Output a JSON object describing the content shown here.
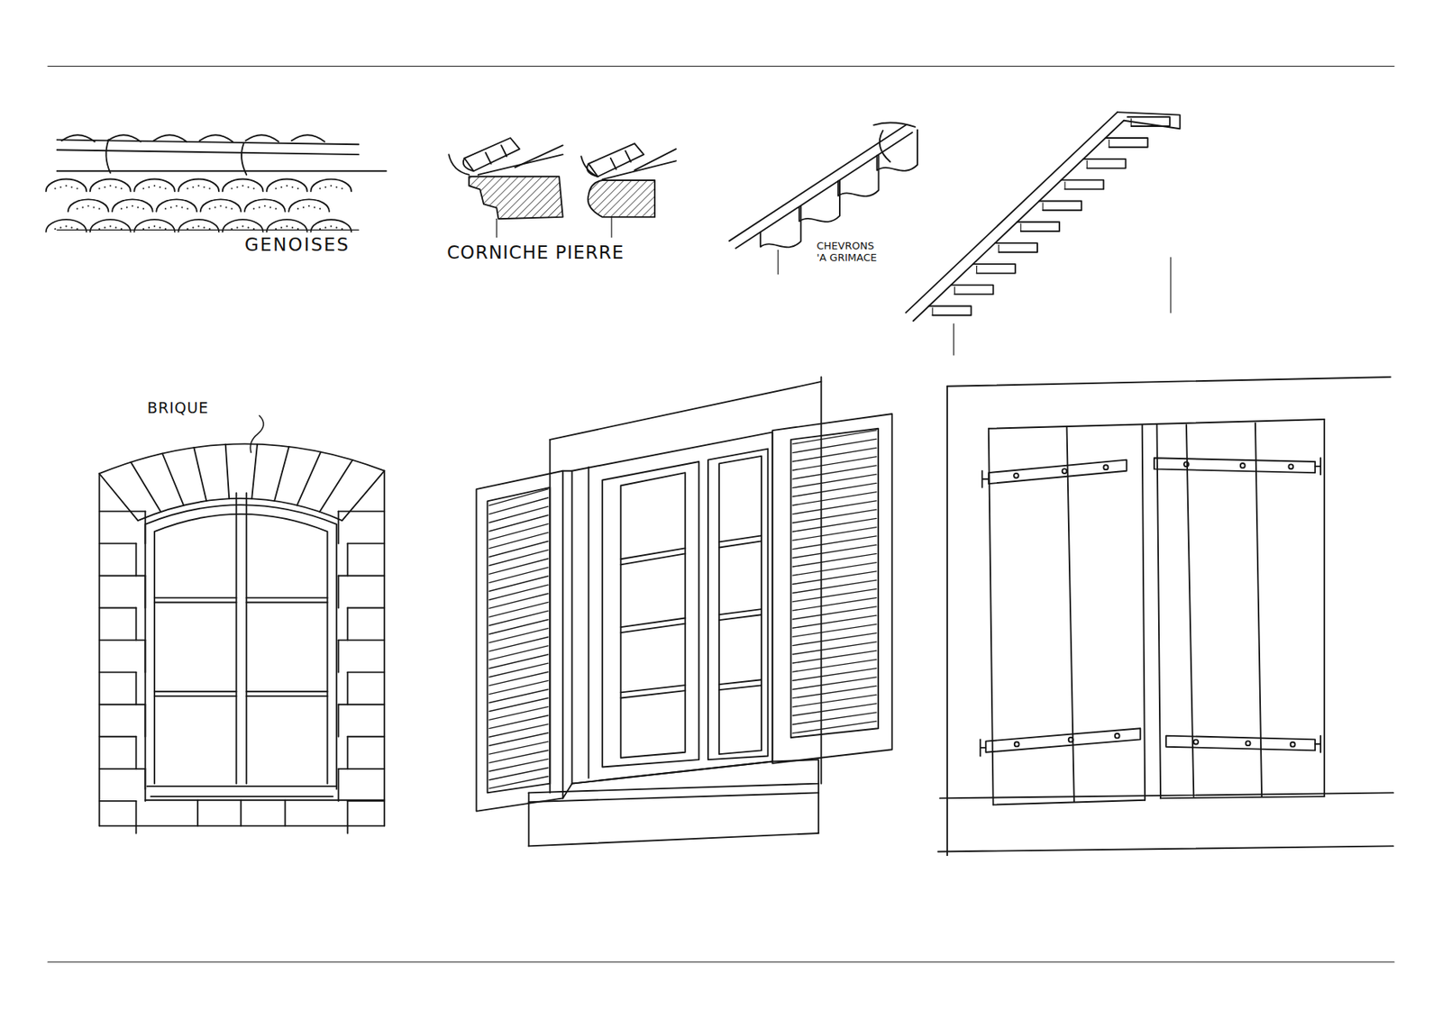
{
  "diagram": {
    "labels": [
      "GENOISES",
      "CORNICHE PIERRE",
      "CHEVRONS 'A GRIMACE",
      "BRIQUE"
    ]
  }
}
